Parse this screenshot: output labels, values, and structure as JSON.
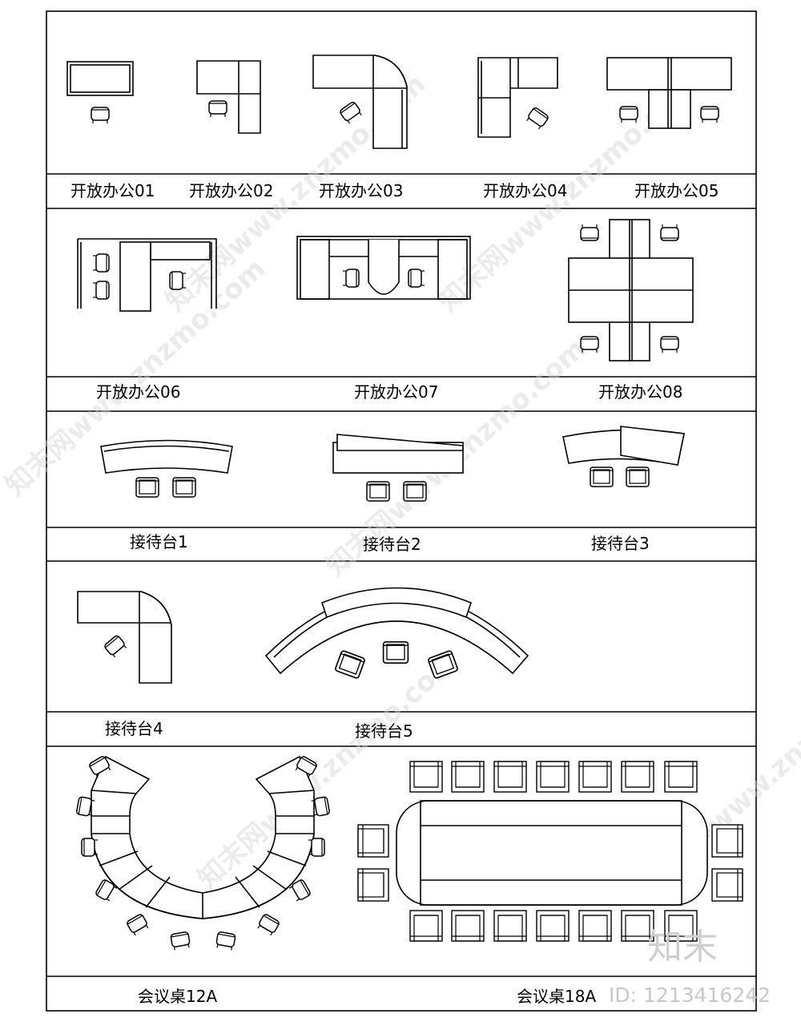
{
  "labels": {
    "open_office_01": "开放办公01",
    "open_office_02": "开放办公02",
    "open_office_03": "开放办公03",
    "open_office_04": "开放办公04",
    "open_office_05": "开放办公05",
    "open_office_06": "开放办公06",
    "open_office_07": "开放办公07",
    "open_office_08": "开放办公08",
    "reception_1": "接待台1",
    "reception_2": "接待台2",
    "reception_3": "接待台3",
    "reception_4": "接待台4",
    "reception_5": "接待台5",
    "meeting_12a": "会议桌12A",
    "meeting_18a": "会议桌18A"
  },
  "watermark": {
    "text": "知末网www.znzmo.com",
    "logo_text": "知末",
    "id_text": "ID: 1213416242"
  }
}
